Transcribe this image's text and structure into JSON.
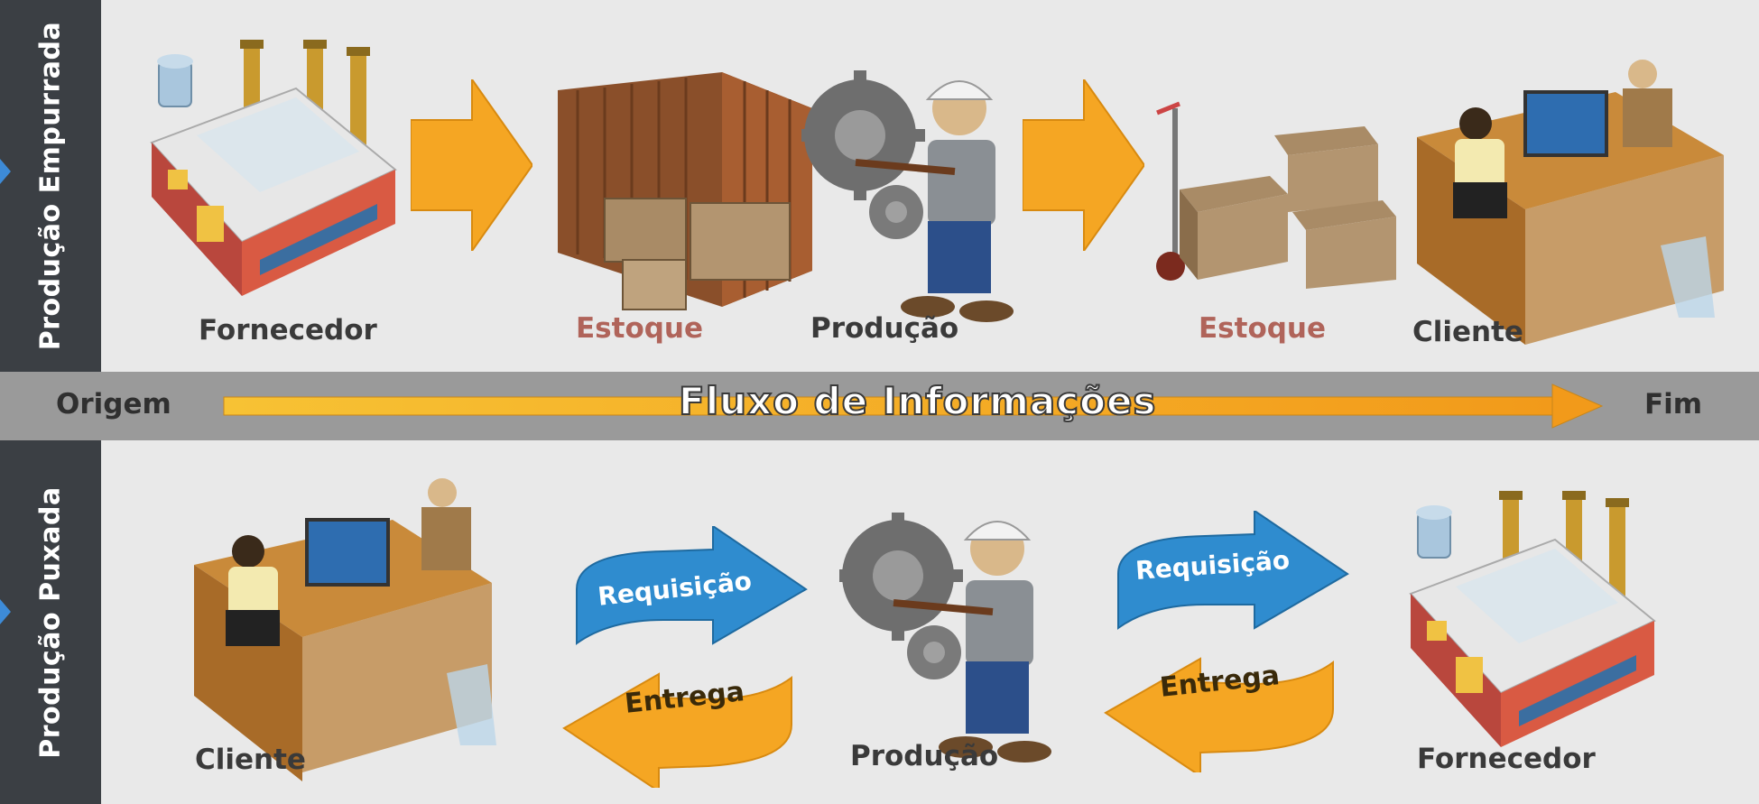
{
  "diagram": {
    "top_row": {
      "side_label": "Produção Empurrada",
      "nodes": [
        {
          "label": "Fornecedor",
          "icon": "factory-icon"
        },
        {
          "label": "Estoque",
          "icon": "container-icon",
          "color": "#b0645a"
        },
        {
          "label": "Produção",
          "icon": "worker-gears-icon"
        },
        {
          "label": "Estoque",
          "icon": "boxes-cart-icon",
          "color": "#b0645a"
        },
        {
          "label": "Cliente",
          "icon": "office-desk-icon"
        }
      ]
    },
    "flow_band": {
      "origin_label": "Origem",
      "title": "Fluxo de Informações",
      "end_label": "Fim"
    },
    "bottom_row": {
      "side_label": "Produção Puxada",
      "nodes": [
        {
          "label": "Cliente",
          "icon": "office-desk-icon"
        },
        {
          "label": "Produção",
          "icon": "worker-gears-icon"
        },
        {
          "label": "Fornecedor",
          "icon": "factory-icon"
        }
      ],
      "exchanges": [
        {
          "request": "Requisição",
          "delivery": "Entrega"
        },
        {
          "request": "Requisição",
          "delivery": "Entrega"
        }
      ]
    },
    "colors": {
      "side_strip": "#3b3f44",
      "band": "#9a9a9a",
      "orange_arrow": "#f5a623",
      "blue_arrow": "#2f8ccf",
      "estoque_text": "#b0645a"
    }
  }
}
